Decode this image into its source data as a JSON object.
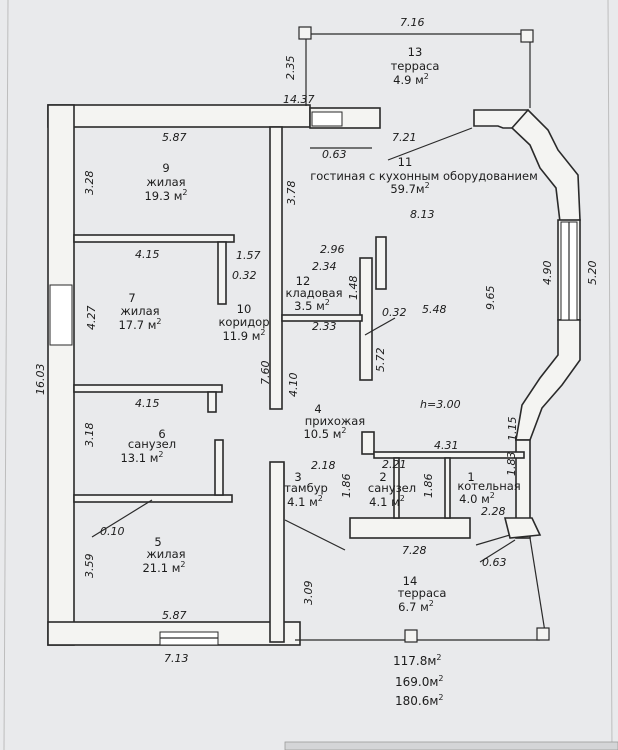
{
  "rooms": [
    {
      "num": "1",
      "name": "котельная",
      "area": "4.0 м",
      "sup": "2"
    },
    {
      "num": "2",
      "name": "санузел",
      "area": "4.1 м",
      "sup": "2"
    },
    {
      "num": "3",
      "name": "тамбур",
      "area": "4.1 м",
      "sup": "2"
    },
    {
      "num": "4",
      "name": "прихожая",
      "area": "10.5 м",
      "sup": "2"
    },
    {
      "num": "5",
      "name": "жилая",
      "area": "21.1 м",
      "sup": "2"
    },
    {
      "num": "6",
      "name": "санузел",
      "area": "13.1 м",
      "sup": "2"
    },
    {
      "num": "7",
      "name": "жилая",
      "area": "17.7 м",
      "sup": "2"
    },
    {
      "num": "9",
      "name": "жилая",
      "area": "19.3 м",
      "sup": "2"
    },
    {
      "num": "10",
      "name": "коридор",
      "area": "11.9 м",
      "sup": "2"
    },
    {
      "num": "11",
      "name": "гостиная с кухонным оборудованием",
      "area": "59.7м",
      "sup": "2"
    },
    {
      "num": "12",
      "name": "кладовая",
      "area": "3.5 м",
      "sup": "2"
    },
    {
      "num": "13",
      "name": "терраса",
      "area": "4.9 м",
      "sup": "2"
    },
    {
      "num": "14",
      "name": "терраса",
      "area": "6.7 м",
      "sup": "2"
    }
  ],
  "dimensions": {
    "d_7_16": "7.16",
    "d_2_35": "2.35",
    "d_14_37": "14.37",
    "d_5_87_top": "5.87",
    "d_7_21": "7.21",
    "d_0_63_top": "0.63",
    "d_3_28": "3.28",
    "d_3_78": "3.78",
    "d_8_13": "8.13",
    "d_4_15_a": "4.15",
    "d_1_57": "1.57",
    "d_2_96": "2.96",
    "d_0_32_a": "0.32",
    "d_2_34": "2.34",
    "d_1_48": "1.48",
    "d_4_27": "4.27",
    "d_2_33": "2.33",
    "d_0_32_b": "0.32",
    "d_5_48": "5.48",
    "d_9_65": "9.65",
    "d_4_90": "4.90",
    "d_5_20": "5.20",
    "d_5_72": "5.72",
    "d_7_60": "7.60",
    "d_4_10": "4.10",
    "d_16_03": "16.03",
    "d_4_15_b": "4.15",
    "d_h": "h=3.00",
    "d_3_18": "3.18",
    "d_4_31": "4.31",
    "d_1_15": "1.15",
    "d_2_18": "2.18",
    "d_2_21": "2.21",
    "d_1_86_a": "1.86",
    "d_1_86_b": "1.86",
    "d_1_83": "1.83",
    "d_2_28": "2.28",
    "d_0_10": "0.10",
    "d_3_59": "3.59",
    "d_7_28": "7.28",
    "d_0_63_bot": "0.63",
    "d_3_09": "3.09",
    "d_5_87_bot": "5.87",
    "d_7_13": "7.13"
  },
  "totals": {
    "t1": "117.8м",
    "t1_sup": "2",
    "t2": "169.0м",
    "t2_sup": "2",
    "t3": "180.6м",
    "t3_sup": "2"
  }
}
